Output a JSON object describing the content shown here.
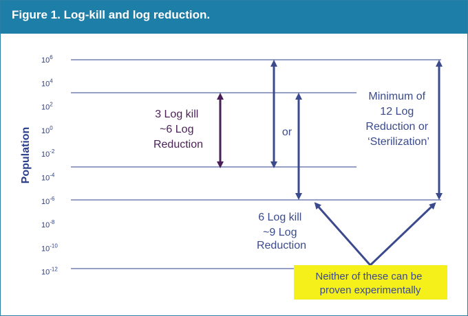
{
  "header": {
    "figure_label": "Figure 1.",
    "title": "Log-kill and log reduction."
  },
  "axis": {
    "ylabel": "Population",
    "ticks": [
      {
        "base": "10",
        "exp": "6"
      },
      {
        "base": "10",
        "exp": "4"
      },
      {
        "base": "10",
        "exp": "2"
      },
      {
        "base": "10",
        "exp": "0"
      },
      {
        "base": "10",
        "exp": "-2"
      },
      {
        "base": "10",
        "exp": "-4"
      },
      {
        "base": "10",
        "exp": "-6"
      },
      {
        "base": "10",
        "exp": "-8"
      },
      {
        "base": "10",
        "exp": "-10"
      },
      {
        "base": "10",
        "exp": "-12"
      }
    ]
  },
  "labels": {
    "three_log": [
      "3 Log kill",
      "~6 Log",
      "Reduction"
    ],
    "or": "or",
    "six_log": [
      "6 Log kill",
      "~9 Log",
      "Reduction"
    ],
    "twelve_log": [
      "Minimum of",
      "12 Log",
      "Reduction or",
      "‘Sterilization’"
    ],
    "note": [
      "Neither of these can be",
      "proven experimentally"
    ]
  },
  "colors": {
    "header_bg": "#1d7ea8",
    "axis_blue": "#2b3e8a",
    "arrow_blue": "#3a4a8c",
    "arrow_purple": "#4a1f57",
    "note_bg": "#f5ef1a"
  }
}
